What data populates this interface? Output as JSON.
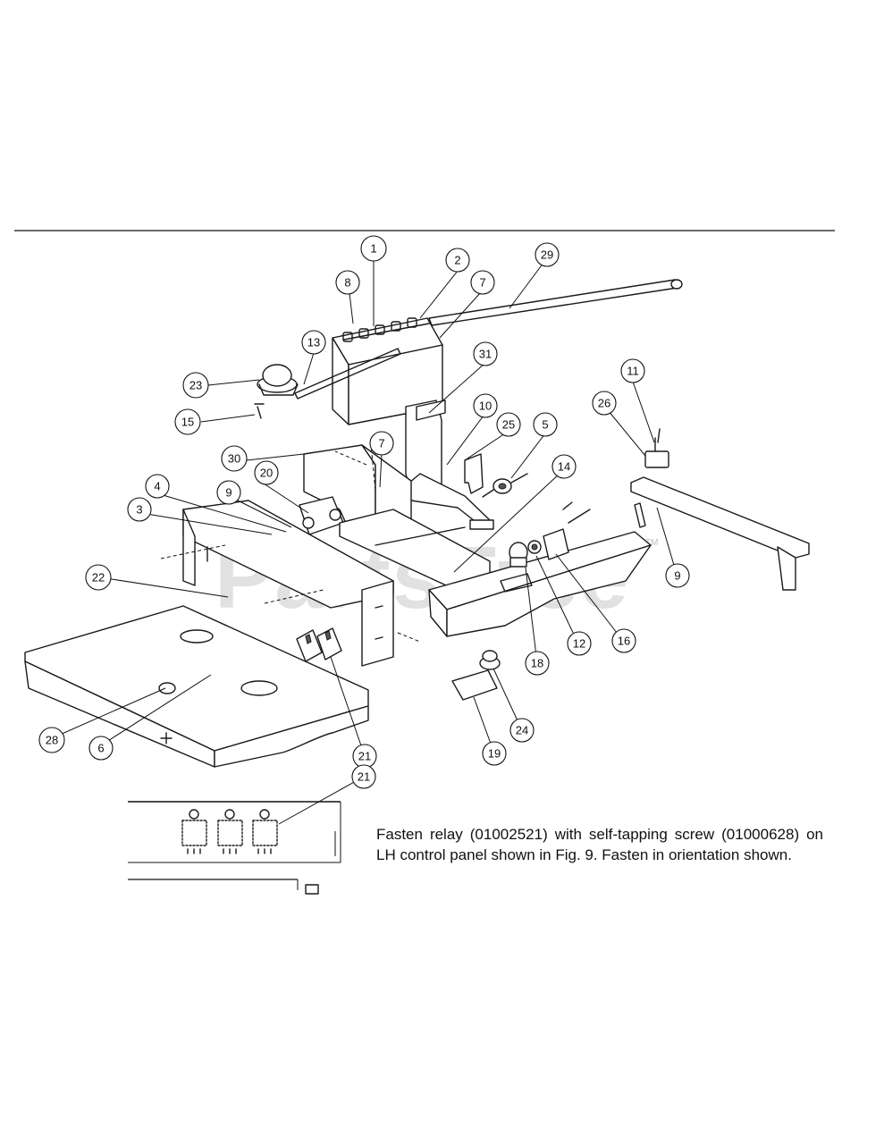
{
  "watermark": {
    "text": "PartsTree",
    "trademark": "TM"
  },
  "note": "Fasten relay (01002521) with self-tapping screw (01000628) on LH control panel shown in Fig. 9. Fasten in orientation shown.",
  "callouts": [
    {
      "label": "1"
    },
    {
      "label": "2"
    },
    {
      "label": "29"
    },
    {
      "label": "8"
    },
    {
      "label": "7"
    },
    {
      "label": "13"
    },
    {
      "label": "23"
    },
    {
      "label": "15"
    },
    {
      "label": "31"
    },
    {
      "label": "11"
    },
    {
      "label": "26"
    },
    {
      "label": "10"
    },
    {
      "label": "25"
    },
    {
      "label": "5"
    },
    {
      "label": "30"
    },
    {
      "label": "7"
    },
    {
      "label": "20"
    },
    {
      "label": "14"
    },
    {
      "label": "4"
    },
    {
      "label": "9"
    },
    {
      "label": "3"
    },
    {
      "label": "22"
    },
    {
      "label": "9"
    },
    {
      "label": "18"
    },
    {
      "label": "12"
    },
    {
      "label": "16"
    },
    {
      "label": "28"
    },
    {
      "label": "6"
    },
    {
      "label": "21"
    },
    {
      "label": "24"
    },
    {
      "label": "19"
    },
    {
      "label": "21"
    }
  ]
}
